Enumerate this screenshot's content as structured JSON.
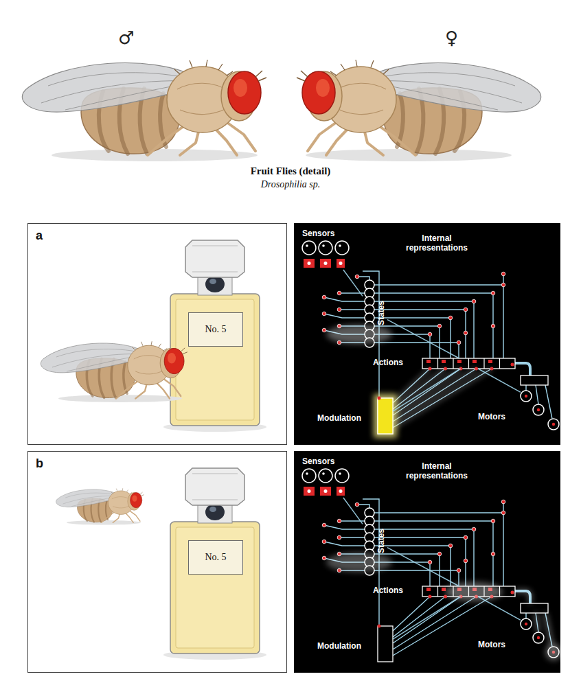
{
  "diagram": {
    "caption": "Fruit Flies (detail)",
    "nodes": [
      {
        "text": [
          "a"
        ]
      },
      {
        "text": [
          "No. 5"
        ],
        "in": 0
      },
      {
        "text": [
          "Sensors"
        ]
      },
      {
        "text": [
          "States"
        ]
      },
      {
        "text": [
          "Actions"
        ]
      },
      {
        "text": [
          "Modulation"
        ]
      },
      {
        "text": [
          "Motors"
        ]
      },
      {
        "text": [
          "b"
        ]
      },
      {
        "text": [
          "No. 5"
        ],
        "in": 7
      },
      {
        "text": [
          "Sensors"
        ]
      },
      {
        "text": [
          "States"
        ]
      },
      {
        "text": [
          "Actions"
        ]
      },
      {
        "text": [
          "Modulation"
        ]
      },
      {
        "text": [
          "Motors"
        ]
      }
    ],
    "edges": [
      {
        "from": 2,
        "to": 3,
        "arrow": "none"
      },
      {
        "from": 3,
        "to": 4,
        "arrow": "none"
      },
      {
        "from": 4,
        "to": 6,
        "arrow": "none"
      },
      {
        "from": 5,
        "to": 4,
        "arrow": "none"
      },
      {
        "from": 9,
        "to": 10,
        "arrow": "none"
      },
      {
        "from": 10,
        "to": 11,
        "arrow": "none"
      },
      {
        "from": 11,
        "to": 13,
        "arrow": "none"
      },
      {
        "from": 12,
        "to": 11,
        "arrow": "none"
      }
    ],
    "labels": [
      "♂",
      "♀",
      "Drosophilia sp.",
      "Internal representations",
      "Internal representations"
    ]
  }
}
